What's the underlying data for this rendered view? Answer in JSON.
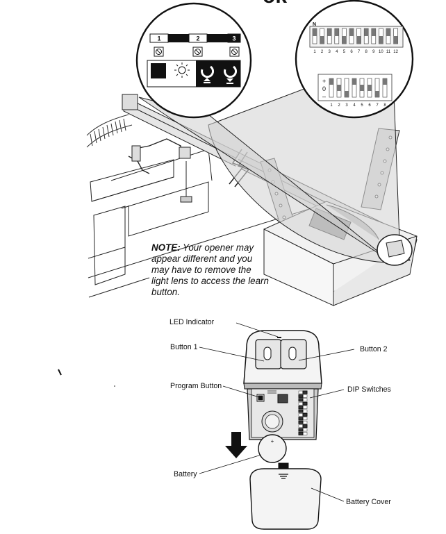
{
  "heading_fragment": "ok",
  "note": {
    "lead": "NOTE:",
    "text": "Your opener may appear different and you may have to remove the light lens to access the learn button."
  },
  "inset_left": {
    "boxes": [
      "1",
      "2",
      "3"
    ]
  },
  "inset_right": {
    "on_label": "N",
    "top_row_numbers": [
      "1",
      "2",
      "3",
      "4",
      "5",
      "6",
      "7",
      "8",
      "9",
      "10",
      "11",
      "12"
    ],
    "plus_label": "+",
    "zero_label": "0",
    "minus_label": "–",
    "bottom_row_numbers": [
      "1",
      "2",
      "3",
      "4",
      "5",
      "6",
      "7",
      "8"
    ]
  },
  "labels": {
    "led": "LED Indicator",
    "button1": "Button 1",
    "button2": "Button 2",
    "program": "Program Button",
    "dip": "DIP Switches",
    "battery": "Battery",
    "battery_cover": "Battery Cover"
  }
}
